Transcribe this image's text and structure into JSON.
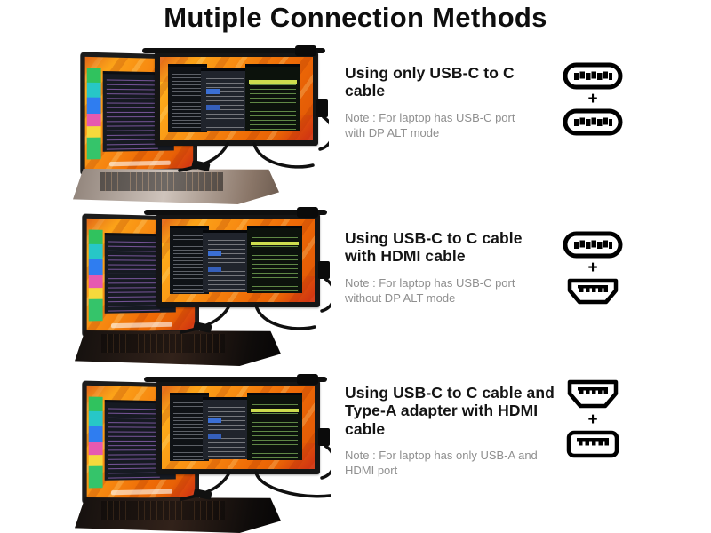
{
  "title": "Mutiple Connection Methods",
  "plus": "+",
  "colors": {
    "background": "#ffffff",
    "title_text": "#0e0e0e",
    "heading_text": "#141414",
    "note_text": "#8f8f8f",
    "icon_stroke": "#000000",
    "wallpaper_orange": "#f08008"
  },
  "rows": [
    {
      "heading": "Using only USB-C to C cable",
      "note": "Note : For laptop has USB-C port with DP ALT mode",
      "connectors": [
        "USB-C",
        "USB-C"
      ],
      "photo": "silver laptop with attached portable monitor, orange code wallpaper"
    },
    {
      "heading": "Using USB-C to C cable with HDMI cable",
      "note": "Note : For laptop has USB-C port without DP ALT mode",
      "connectors": [
        "USB-C",
        "HDMI"
      ],
      "photo": "black laptop with attached portable monitor, orange code wallpaper"
    },
    {
      "heading": "Using USB-C to C cable and Type-A adapter with HDMI cable",
      "note": "Note : For laptop has only USB-A and HDMI port",
      "connectors": [
        "HDMI",
        "USB-A"
      ],
      "photo": "black laptop with attached portable monitor, orange code wallpaper"
    }
  ]
}
